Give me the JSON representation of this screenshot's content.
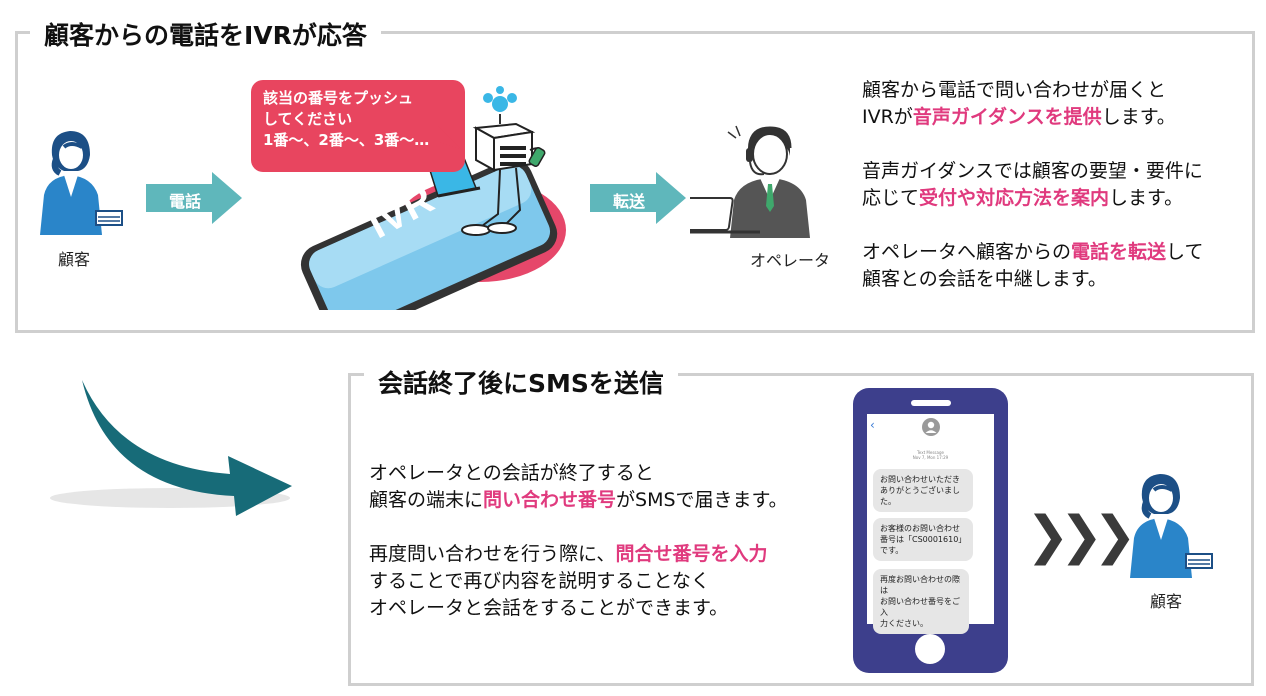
{
  "top_panel": {
    "title": "顧客からの電話をIVRが応答",
    "customer_label": "顧客",
    "call_arrow_label": "電話",
    "bubble_lines": [
      "該当の番号をプッシュ",
      "してください",
      "1番～、2番～、3番～…"
    ],
    "ivr_phone_text": "IVR",
    "transfer_arrow_label": "転送",
    "operator_label": "オペレータ",
    "description": {
      "p1": {
        "pre": "顧客から電話で問い合わせが届くと",
        "line2_pre": "IVRが",
        "hl": "音声ガイダンスを提供",
        "post": "します。"
      },
      "p2": {
        "line1": "音声ガイダンスでは顧客の要望・要件に",
        "line2_pre": "応じて",
        "hl": "受付や対応方法を案内",
        "post": "します。"
      },
      "p3": {
        "line1_pre": "オペレータへ顧客からの",
        "hl": "電話を転送",
        "line1_post": "して",
        "line2": "顧客との会話を中継します。"
      }
    }
  },
  "bottom_panel": {
    "title": "会話終了後にSMSを送信",
    "description": {
      "p1": {
        "line1": "オペレータとの会話が終了すると",
        "line2_pre": "顧客の端末に",
        "hl": "問い合わせ番号",
        "post": "がSMSで届きます。"
      },
      "p2": {
        "line1_pre": "再度問い合わせを行う際に、",
        "hl": "問合せ番号を入力",
        "line2": "することで再び内容を説明することなく",
        "line3": "オペレータと会話をすることができます。"
      }
    },
    "sms_screen": {
      "header_small": "Text Message",
      "header_date": "Nov 7, Mon 17:29",
      "messages": [
        [
          "お問い合わせいただき",
          "ありがとうございました。"
        ],
        [
          "お客様のお問い合わせ",
          "番号は「CS0001610」です。"
        ],
        [
          "再度お問い合わせの際は",
          "お問い合わせ番号をご入",
          "力ください。"
        ]
      ]
    },
    "chevrons": "❯❯❯",
    "customer_label": "顧客"
  },
  "colors": {
    "accent": "#e03a7e",
    "arrow_teal": "#5fb7bb",
    "phone_blue": "#3d3f8c",
    "bubble_red": "#e8455f",
    "curve_teal": "#176b78"
  }
}
